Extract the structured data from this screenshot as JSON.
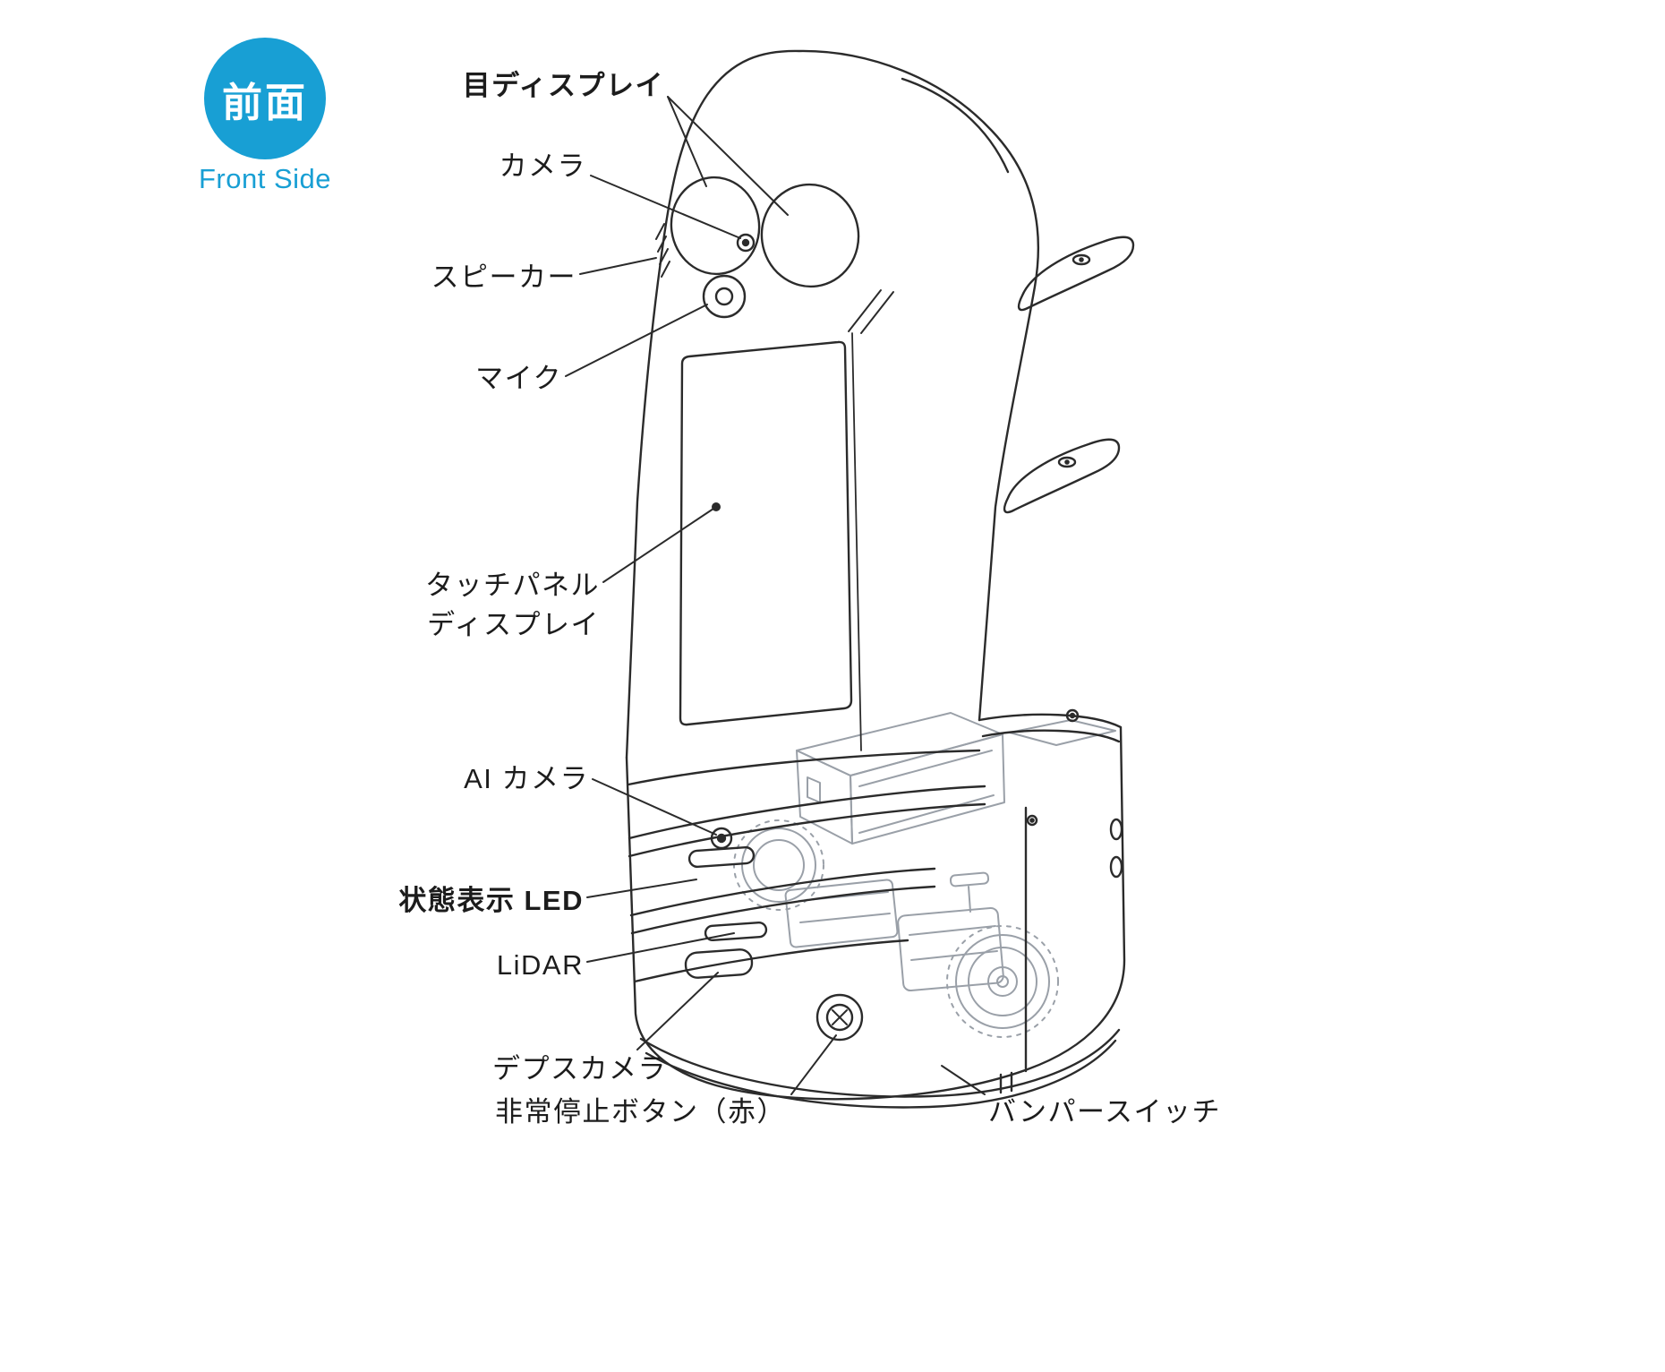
{
  "meta": {
    "accent_color": "#189fd4",
    "line_color": "#2b2b2b",
    "internal_line_color": "#9aa0a8",
    "background": "#ffffff",
    "subject": "delivery-robot-front-view-diagram"
  },
  "badge": {
    "label_jp": "前面",
    "label_en": "Front Side"
  },
  "labels": {
    "eye_display": "目ディスプレイ",
    "camera": "カメラ",
    "speaker": "スピーカー",
    "mic": "マイク",
    "touch_panel": [
      "タッチパネル",
      "ディスプレイ"
    ],
    "ai_camera": "AI カメラ",
    "status_led": "状態表示 LED",
    "lidar": "LiDAR",
    "depth_camera": "デプスカメラ",
    "emergency_stop": "非常停止ボタン（赤）",
    "bumper_switch": "バンパースイッチ"
  }
}
